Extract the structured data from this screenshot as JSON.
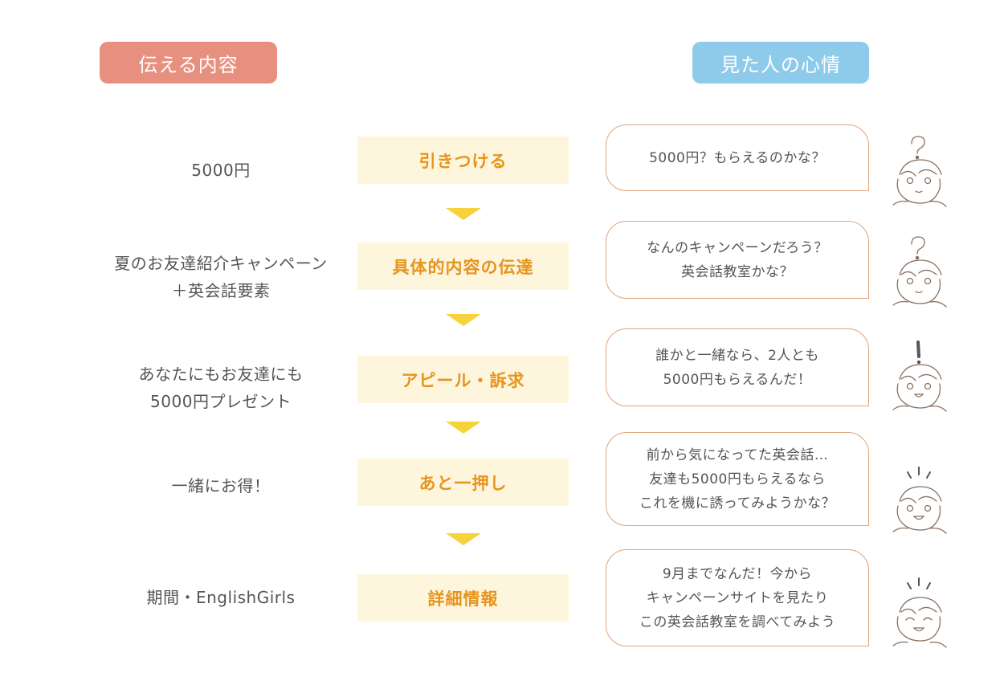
{
  "headers": {
    "left": "伝える内容",
    "right": "見た人の心情"
  },
  "colors": {
    "left_header": "#e8907f",
    "right_header": "#8ecbeb",
    "stage_bg": "#fdf5dc",
    "stage_text": "#e7941e",
    "arrow": "#f6d23d",
    "bubble_border": "#e2a37b"
  },
  "rows": [
    {
      "content": [
        "5000円"
      ],
      "stage": "引きつける",
      "feeling": [
        "5000円？もらえるのかな？"
      ],
      "face_icon": "question-mark-face"
    },
    {
      "content": [
        "夏のお友達紹介キャンペーン",
        "＋英会話要素"
      ],
      "stage": "具体的内容の伝達",
      "feeling": [
        "なんのキャンペーンだろう？",
        "英会話教室かな？"
      ],
      "face_icon": "question-mark-face"
    },
    {
      "content": [
        "あなたにもお友達にも",
        "5000円プレゼント"
      ],
      "stage": "アピール・訴求",
      "feeling": [
        "誰かと一緒なら、2人とも",
        "5000円もらえるんだ！"
      ],
      "face_icon": "exclamation-face"
    },
    {
      "content": [
        "一緒にお得！"
      ],
      "stage": "あと一押し",
      "feeling": [
        "前から気になってた英会話…",
        "友達も5000円もらえるなら",
        "これを機に誘ってみようかな？"
      ],
      "face_icon": "smiling-face"
    },
    {
      "content": [
        "期間・EnglishGirls"
      ],
      "stage": "詳細情報",
      "feeling": [
        "9月までなんだ！今から",
        "キャンペーンサイトを見たり",
        "この英会話教室を調べてみよう"
      ],
      "face_icon": "happy-face"
    }
  ]
}
